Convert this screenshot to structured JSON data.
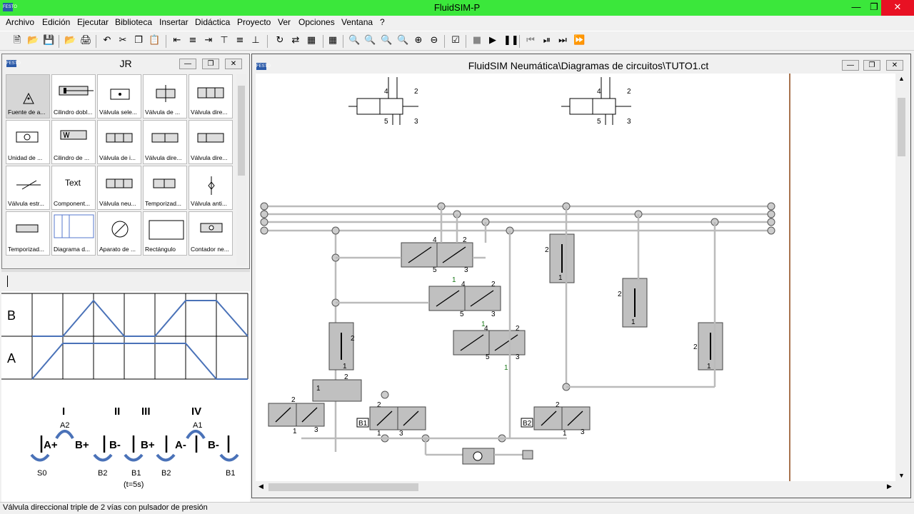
{
  "app": {
    "title": "FluidSIM-P"
  },
  "menu": [
    "Archivo",
    "Edición",
    "Ejecutar",
    "Biblioteca",
    "Insertar",
    "Didáctica",
    "Proyecto",
    "Ver",
    "Opciones",
    "Ventana",
    "?"
  ],
  "library": {
    "title": "JR",
    "items": [
      "Fuente de a...",
      "Cilindro dobl...",
      "Válvula sele...",
      "Válvula de ...",
      "Válvula dire...",
      "Unidad de ...",
      "Cilindro de ...",
      "Válvula de i...",
      "Válvula dire...",
      "Válvula dire...",
      "Válvula estr...",
      "Component...",
      "Válvula neu...",
      "Temporizad...",
      "Válvula anti...",
      "Temporizad...",
      "Diagrama d...",
      "Aparato de ...",
      "Rectángulo",
      "Contador ne..."
    ],
    "text_icon": "Text"
  },
  "diagram": {
    "labels": {
      "B": "B",
      "A": "A"
    },
    "phases": [
      "I",
      "II",
      "III",
      "IV"
    ],
    "steps": [
      "A+",
      "B+",
      "B-",
      "B+",
      "A-",
      "B-"
    ],
    "arc_labels": [
      "A2",
      "A1"
    ],
    "sensors": [
      "S0",
      "B2",
      "B1",
      "B2",
      "B1"
    ],
    "timer": "(t=5s)"
  },
  "circuit": {
    "title": "FluidSIM Neumática\\Diagramas de circuitos\\TUTO1.ct",
    "ports": {
      "p4": "4",
      "p2": "2",
      "p5": "5",
      "p3": "3",
      "p1": "1"
    },
    "sensor_labels": [
      "B1",
      "B2"
    ]
  },
  "status": "Válvula direccional triple de 2 vías con pulsador de presión"
}
